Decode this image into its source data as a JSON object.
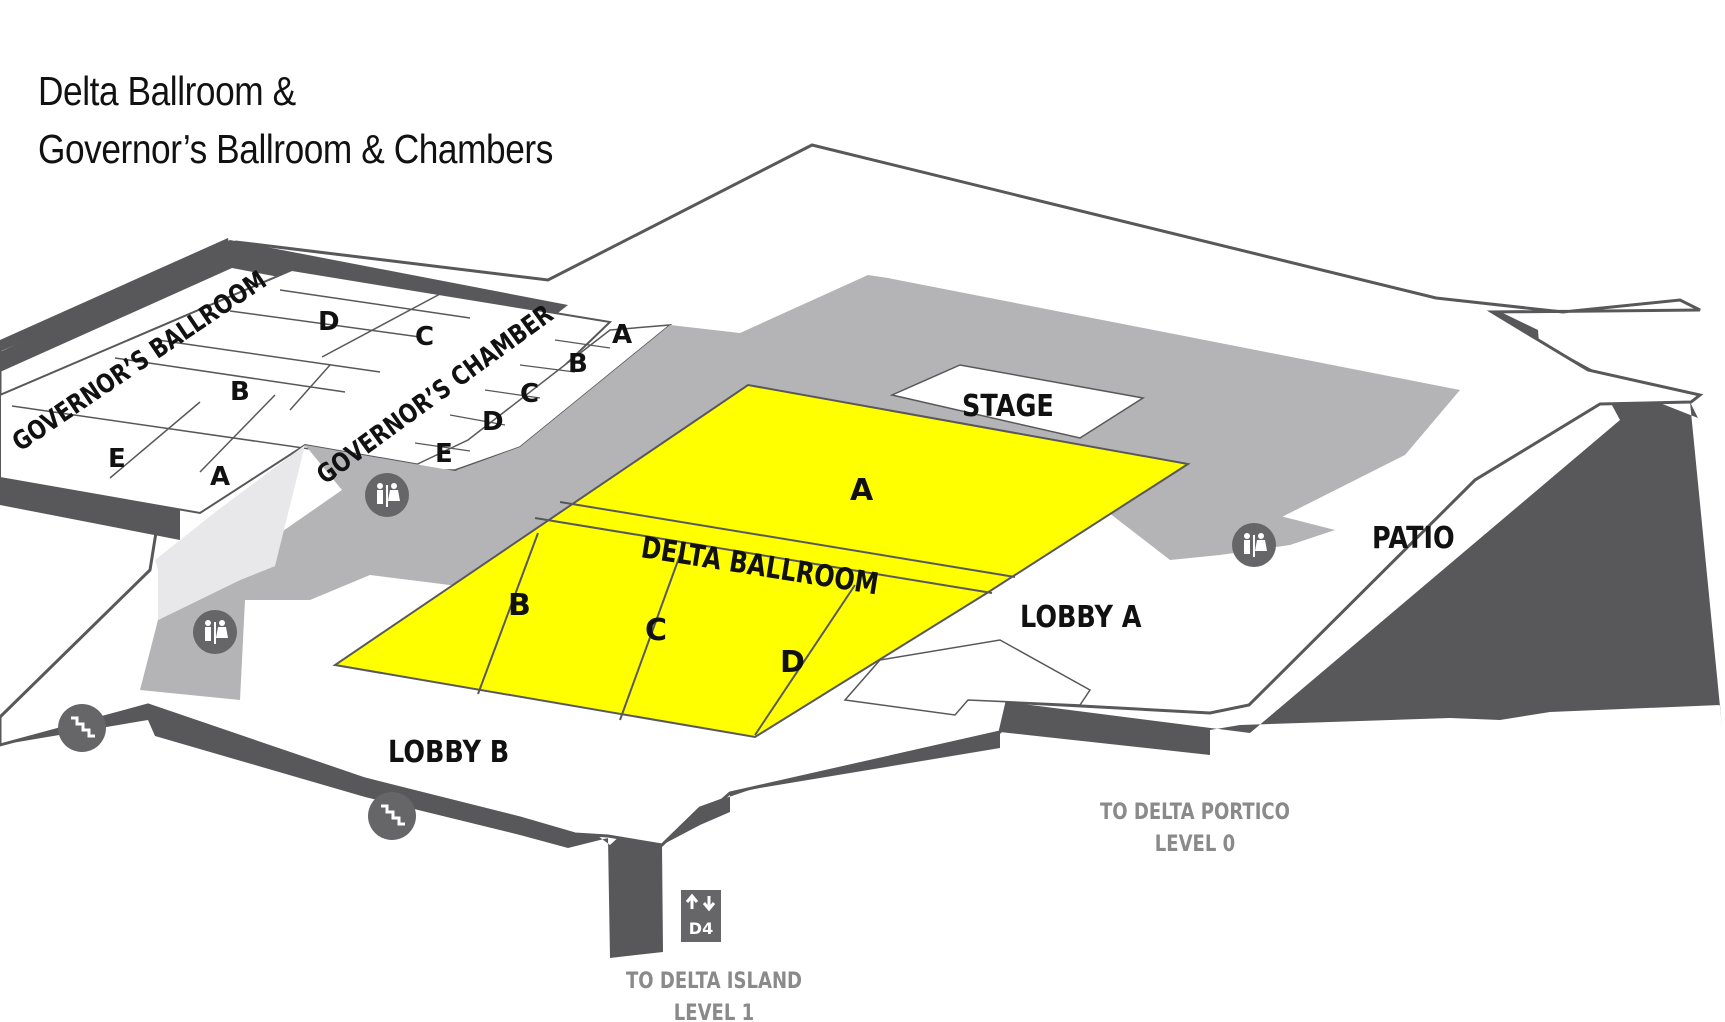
{
  "title": {
    "line1": "Delta Ballroom &",
    "line2": "Governor’s Ballroom & Chambers"
  },
  "colors": {
    "ballroom_fill": "#ffff00",
    "corridor_gray": "#b4b4b6",
    "wall_dark": "#58585a",
    "floor_white": "#ffffff",
    "icon_circle": "#666668",
    "direction_text": "#8a8a8a"
  },
  "areas": {
    "governors_ballroom": {
      "name": "GOVERNOR’S BALLROOM",
      "sections": [
        "A",
        "B",
        "C",
        "D",
        "E"
      ]
    },
    "governors_chamber": {
      "name": "GOVERNOR’S CHAMBER",
      "sections": [
        "A",
        "B",
        "C",
        "D",
        "E"
      ]
    },
    "delta_ballroom": {
      "name": "DELTA BALLROOM",
      "sections": [
        "A",
        "B",
        "C",
        "D"
      ]
    },
    "stage": "STAGE",
    "patio": "PATIO",
    "lobby_a": "LOBBY A",
    "lobby_b": "LOBBY B"
  },
  "directions": {
    "portico": {
      "line1": "TO DELTA PORTICO",
      "line2": "LEVEL 0"
    },
    "island": {
      "line1": "TO DELTA ISLAND",
      "line2": "LEVEL 1"
    }
  },
  "elevator": {
    "label": "D4"
  },
  "icons": [
    "restroom-icon",
    "restroom-icon",
    "restroom-icon",
    "stairs-icon",
    "stairs-icon",
    "elevator-icon"
  ]
}
